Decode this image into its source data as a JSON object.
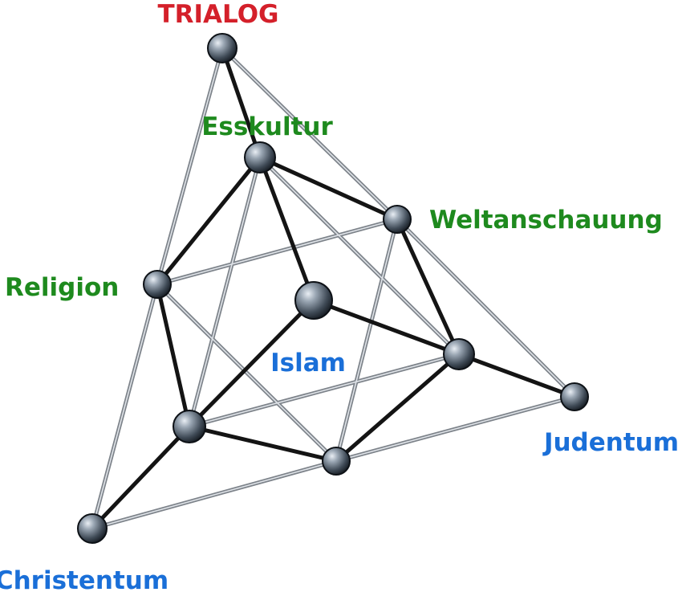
{
  "labels": {
    "top": "TRIALOG",
    "vertex_top": "Esskultur",
    "vertex_right": "Weltanschauung",
    "vertex_left": "Religion",
    "center": "Islam",
    "corner_right": "Judentum",
    "corner_left": "Christentum"
  },
  "colors": {
    "title": "#d4202a",
    "green_labels": "#1e8a1e",
    "blue_labels": "#1a6fd8",
    "thick_edge": "#141414",
    "thin_edge": "#8a8f96",
    "node": "#4d5966"
  },
  "nodes": [
    "trialog",
    "esskultur",
    "weltanschauung",
    "religion",
    "islam",
    "mid-right",
    "mid-left",
    "mid-bottom",
    "judentum",
    "christentum"
  ]
}
